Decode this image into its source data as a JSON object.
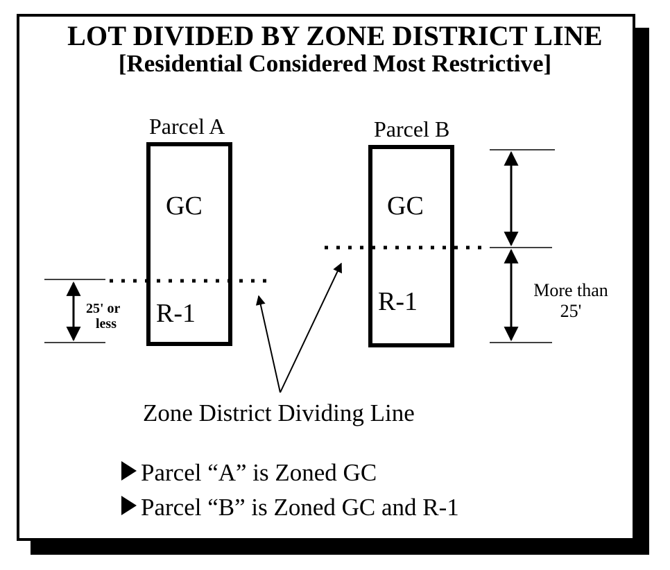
{
  "title": "LOT DIVIDED BY ZONE DISTRICT LINE",
  "subtitle": "[Residential Considered Most Restrictive]",
  "parcel_a": {
    "label": "Parcel A",
    "upper_zone": "GC",
    "lower_zone": "R-1",
    "dimension_note_line1": "25' or",
    "dimension_note_line2": "less"
  },
  "parcel_b": {
    "label": "Parcel B",
    "upper_zone": "GC",
    "lower_zone": "R-1",
    "dimension_note_line1": "More than",
    "dimension_note_line2": "25'"
  },
  "dividing_line_caption": "Zone District Dividing Line",
  "bullets": [
    "Parcel “A” is Zoned GC",
    "Parcel “B” is Zoned GC and R-1"
  ]
}
